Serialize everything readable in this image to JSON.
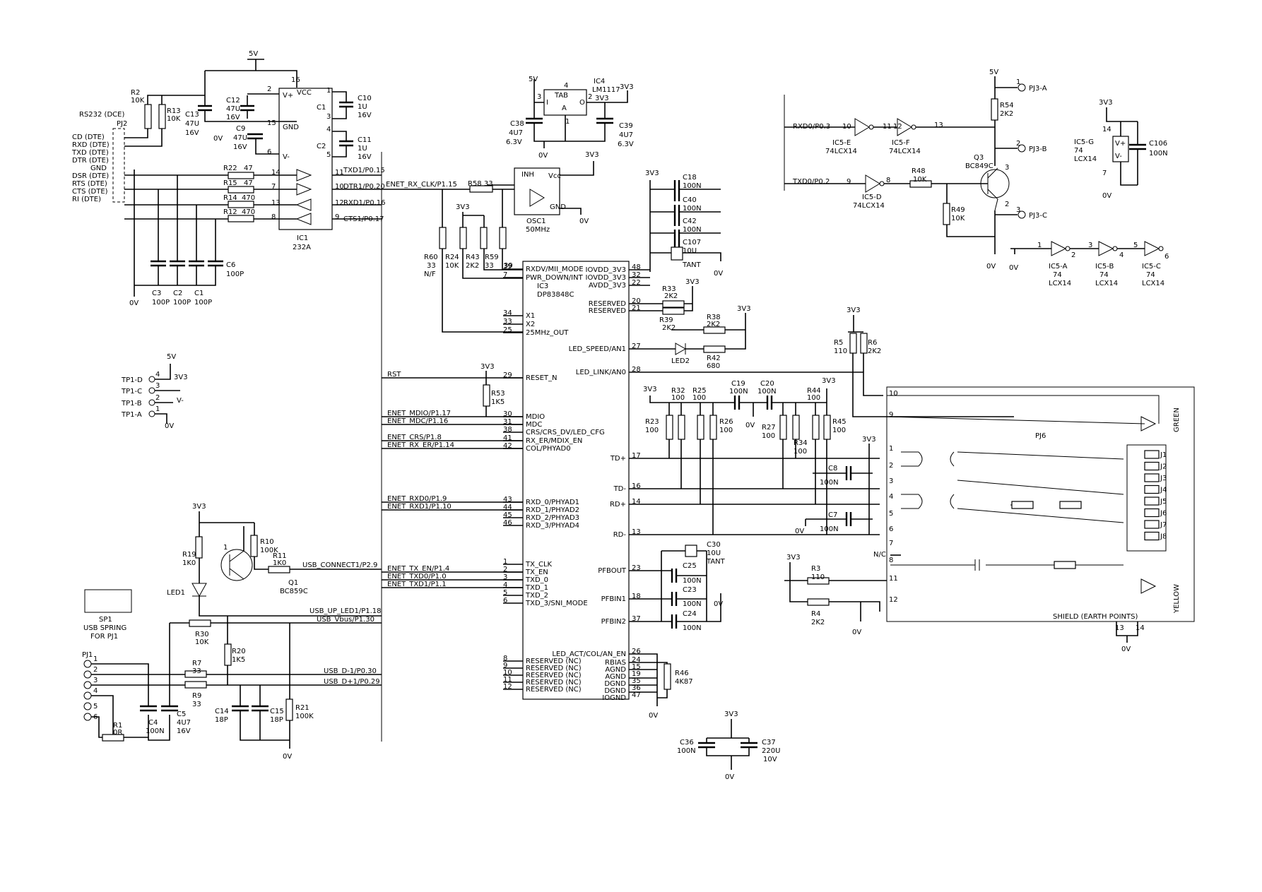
{
  "rs232_title": "RS232 (DCE)",
  "pj2": {
    "label": "PJ2",
    "pins": [
      "CD (DTE)",
      "RXD (DTE)",
      "TXD (DTE)",
      "DTR (DTE)",
      "GND",
      "DSR (DTE)",
      "RTS (DTE)",
      "CTS (DTE)",
      "RI (DTE)"
    ]
  },
  "ic1": {
    "name": "IC1",
    "part": "232A",
    "vplus": "V+",
    "vminus": "V-",
    "vcc": "VCC",
    "gnd": "GND",
    "c1": "C1",
    "c2": "C2",
    "pins": {
      "p16": "16",
      "p2": "2",
      "p1": "1",
      "p15": "15",
      "p3": "3",
      "p4": "4",
      "p6": "6",
      "p5": "5",
      "p14": "14",
      "p7": "7",
      "p13": "13",
      "p8": "8",
      "p11": "11",
      "p10": "10",
      "p12": "12",
      "p9": "9"
    },
    "nets": [
      "TXD1/P0.15",
      "DTR1/P0.20",
      "RXD1/P0.16",
      "CTS1/P0.17"
    ]
  },
  "caps_left": {
    "c10": "C10",
    "c10v": "1U",
    "c10r": "16V",
    "c11": "C11",
    "c11v": "1U",
    "c11r": "16V",
    "c12": "C12",
    "c12v": "47U",
    "c12r": "16V",
    "c13": "C13",
    "c13v": "47U",
    "c13r": "16V",
    "c9": "C9",
    "c9v": "47U",
    "c9r": "16V",
    "c3": "C3",
    "c3v": "100P",
    "c2": "C2",
    "c2v": "100P",
    "c1": "C1",
    "c1v": "100P",
    "c6": "C6",
    "c6v": "100P"
  },
  "res_left": {
    "r2": "R2",
    "r2v": "10K",
    "r13": "R13",
    "r13v": "10K",
    "r22": "R22",
    "r22v": "47",
    "r15": "R15",
    "r15v": "47",
    "r14": "R14",
    "r14v": "470",
    "r12": "R12",
    "r12v": "470"
  },
  "rails": {
    "v5": "5V",
    "v3v3": "3V3",
    "gnd": "0V",
    "vminus": "V-"
  },
  "tp1": [
    "TP1-D",
    "TP1-C",
    "TP1-B",
    "TP1-A"
  ],
  "tp1_pins": [
    "4",
    "3",
    "2",
    "1"
  ],
  "enet": {
    "rx_clk": "ENET_RX_CLK/P1.15",
    "rst": "RST",
    "mdio": "ENET_MDIO/P1.17",
    "mdc": "ENET_MDC/P1.16",
    "crs": "ENET_CRS/P1.8",
    "rx_er": "ENET_RX_ER/P1.14",
    "rxd0": "ENET_RXD0/P1.9",
    "rxd1": "ENET_RXD1/P1.10",
    "tx_en": "ENET_TX_EN/P1.4",
    "txd0": "ENET_TXD0/P1.0",
    "txd1": "ENET_TXD1/P1.1"
  },
  "usb": {
    "connect": "USB_CONNECT1/P2.9",
    "up_led": "USB_UP_LED1/P1.18",
    "vbus": "USB_Vbus/P1.30",
    "dminus": "USB_D-1/P0.30",
    "dplus": "USB_D+1/P0.29"
  },
  "ic4": {
    "name": "IC4",
    "part": "LM1117",
    "tab": "TAB",
    "pin4": "4",
    "pin3": "3",
    "pin2": "2",
    "pin1": "1",
    "i": "I",
    "o": "O",
    "a": "A"
  },
  "c38": {
    "ref": "C38",
    "val": "4U7",
    "rating": "6.3V"
  },
  "c39": {
    "ref": "C39",
    "val": "4U7",
    "rating": "6.3V"
  },
  "osc1": {
    "ref": "OSC1",
    "freq": "50MHz",
    "inh": "INH",
    "vcc": "Vcc",
    "gnd": "GND"
  },
  "r58": "R58 33",
  "mid_res": {
    "r60": "R60",
    "r60v": "33",
    "r60n": "N/F",
    "r24": "R24",
    "r24v": "10K",
    "r43": "R43",
    "r43v": "2K2",
    "r59": "R59",
    "r59v": "33",
    "r39n": "39"
  },
  "ic3": {
    "name": "IC3",
    "part": "DP83848C",
    "left": [
      "RXDV/MII_MODE",
      "PWR_DOWN/INT",
      "X1",
      "X2",
      "25MHz_OUT",
      "RESET_N",
      "MDIO",
      "MDC",
      "CRS/CRS_DV/LED_CFG",
      "RX_ER/MDIX_EN",
      "COL/PHYAD0",
      "RXD_0/PHYAD1",
      "RXD_1/PHYAD2",
      "RXD_2/PHYAD3",
      "RXD_3/PHYAD4",
      "TX_CLK",
      "TX_EN",
      "TXD_0",
      "TXD_1",
      "TXD_2",
      "TXD_3/SNI_MODE",
      "RESERVED (NC)",
      "RESERVED (NC)",
      "RESERVED (NC)",
      "RESERVED (NC)",
      "RESERVED (NC)"
    ],
    "left_pins": [
      "39",
      "7",
      "34",
      "33",
      "25",
      "29",
      "30",
      "31",
      "38",
      "41",
      "42",
      "43",
      "44",
      "45",
      "46",
      "1",
      "2",
      "3",
      "4",
      "5",
      "6",
      "8",
      "9",
      "10",
      "11",
      "12"
    ],
    "right": [
      "IOVDD_3V3",
      "IOVDD_3V3",
      "AVDD_3V3",
      "RESERVED",
      "RESERVED",
      "LED_SPEED/AN1",
      "LED_LINK/AN0",
      "TD+",
      "TD-",
      "RD+",
      "RD-",
      "PFBOUT",
      "PFBIN1",
      "PFBIN2",
      "LED_ACT/COL/AN_EN",
      "RBIAS",
      "AGND",
      "AGND",
      "DGND",
      "DGND",
      "IOGND"
    ],
    "right_pins": [
      "48",
      "32",
      "22",
      "20",
      "21",
      "27",
      "28",
      "17",
      "16",
      "14",
      "13",
      "23",
      "18",
      "37",
      "26",
      "24",
      "15",
      "19",
      "35",
      "36",
      "47"
    ]
  },
  "caps_mid": {
    "c18": "C18",
    "c18v": "100N",
    "c40": "C40",
    "c40v": "100N",
    "c42": "C42",
    "c42v": "100N",
    "c107": "C107",
    "c107v": "10U",
    "c107t": "TANT"
  },
  "right_res": {
    "r33": "R33",
    "r33v": "2K2",
    "r39": "R39",
    "r39v": "2K2",
    "r38": "R38",
    "r38v": "2K2",
    "r42": "R42",
    "r42v": "680",
    "led2": "LED2",
    "r5": "R5",
    "r5v": "110",
    "r6": "R6",
    "r6v": "2K2"
  },
  "term": {
    "r32": "R32",
    "r32v": "100",
    "r25": "R25",
    "r25v": "100",
    "c19": "C19",
    "c19v": "100N",
    "c20": "C20",
    "c20v": "100N",
    "r44": "R44",
    "r44v": "100",
    "r23": "R23",
    "r23v": "100",
    "r26": "R26",
    "r26v": "100",
    "r27": "R27",
    "r27v": "100",
    "r34": "R34",
    "r34v": "100",
    "r45": "R45",
    "r45v": "100",
    "c8": "C8",
    "c8v": "100N",
    "c7": "C7",
    "c7v": "100N"
  },
  "pfb": {
    "c30": "C30",
    "c30v": "10U",
    "c30t": "TANT",
    "c25": "C25",
    "c25v": "100N",
    "c23": "C23",
    "c23v": "100N",
    "c24": "C24",
    "c24v": "100N",
    "r46": "R46",
    "r46v": "4K87"
  },
  "pj6": {
    "label": "PJ6",
    "pins": [
      "10",
      "9",
      "1",
      "2",
      "3",
      "4",
      "5",
      "6",
      "7",
      "8",
      "11",
      "12"
    ],
    "jacks": [
      "J1",
      "J2",
      "J3",
      "J4",
      "J5",
      "J6",
      "J7",
      "J8"
    ],
    "green": "GREEN",
    "yellow": "YELLOW",
    "shield": "SHIELD (EARTH POINTS)",
    "nc": "N/C",
    "s13": "13",
    "s14": "14"
  },
  "r3": {
    "ref": "R3",
    "val": "110"
  },
  "r4": {
    "ref": "R4",
    "val": "2K2"
  },
  "c36": {
    "ref": "C36",
    "val": "100N"
  },
  "c37": {
    "ref": "C37",
    "val": "220U",
    "rating": "10V"
  },
  "pj3": {
    "a": "PJ3-A",
    "b": "PJ3-B",
    "c": "PJ3-C",
    "rxd0": "RXD0/P0.3",
    "txd0": "TXD0/P0.2",
    "r54": "R54",
    "r54v": "2K2",
    "r48": "R48",
    "r48v": "10K",
    "r49": "R49",
    "r49v": "10K",
    "q3": "Q3",
    "q3p": "BC849C",
    "ic5e": "IC5-E",
    "ic5f": "IC5-F",
    "ic5d": "IC5-D",
    "lcx": "74LCX14",
    "pins": {
      "p10": "10",
      "p11": "11",
      "p12": "12",
      "p13": "13",
      "p9": "9",
      "p8": "8",
      "p3": "3",
      "p2": "2",
      "p1": "1"
    }
  },
  "ic5abc": {
    "a": "IC5-A",
    "b": "IC5-B",
    "c": "IC5-C",
    "pn": "74",
    "lcx": "LCX14",
    "pins": [
      "1",
      "2",
      "3",
      "4",
      "5",
      "6"
    ]
  },
  "ic5g": {
    "ref": "IC5-G",
    "pn": "74",
    "lcx": "LCX14",
    "vplus": "V+",
    "vminus": "V-",
    "p14": "14",
    "p7": "7",
    "c106": "C106",
    "c106v": "100N"
  },
  "usbsect": {
    "r19": "R19",
    "r19v": "1K0",
    "r10": "R10",
    "r10v": "100K",
    "r11": "R11",
    "r11v": "1K0",
    "q1": "Q1",
    "q1p": "BC859C",
    "led1": "LED1",
    "sp1": "SP1",
    "spring": "USB SPRING",
    "forpj1": "FOR PJ1",
    "pj1": "PJ1",
    "r30": "R30",
    "r30v": "10K",
    "r7": "R7",
    "r7v": "33",
    "r9": "R9",
    "r9v": "33",
    "r20": "R20",
    "r20v": "1K5",
    "r1": "R1",
    "r1v": "0R",
    "c4": "C4",
    "c4v": "100N",
    "c5": "C5",
    "c5v": "4U7",
    "c5r": "16V",
    "c14": "C14",
    "c14v": "18P",
    "c15": "C15",
    "c15v": "18P",
    "r21": "R21",
    "r21v": "100K",
    "r53": "R53",
    "r53v": "1K5",
    "pj1pins": [
      "1",
      "2",
      "3",
      "4",
      "5",
      "6"
    ]
  }
}
